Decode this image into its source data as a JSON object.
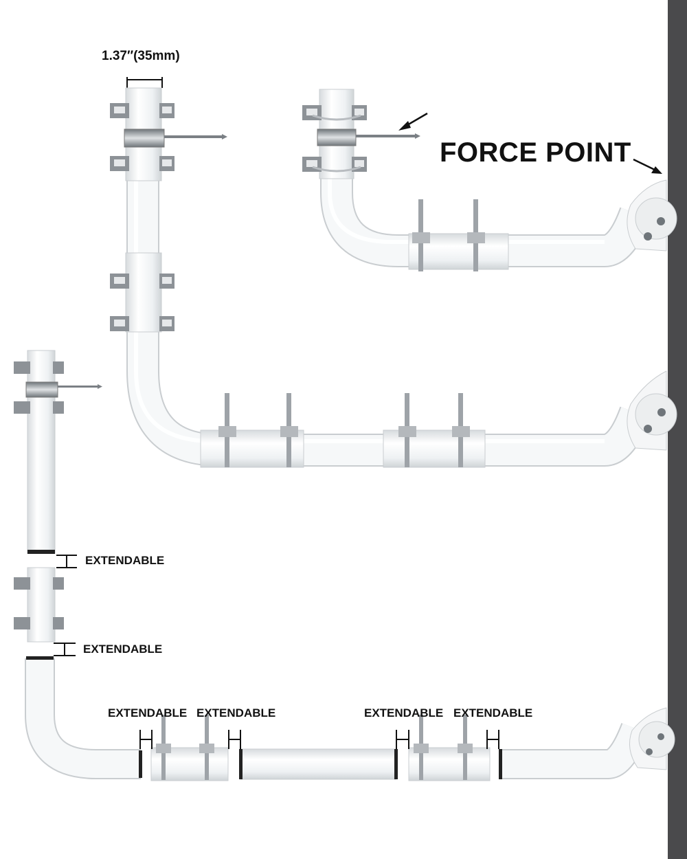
{
  "labels": {
    "diameter": "1.37″(35mm)",
    "force_point": "FORCE POINT",
    "extendable": "EXTENDABLE"
  },
  "colors": {
    "wall": "#4a4a4c",
    "tube": "#f4f6f7",
    "tube_stroke": "#c9cdd0",
    "metal": "#9ea3a8",
    "label": "#111111"
  },
  "assemblies": [
    "short-bent-pole-with-wall-bracket",
    "long-bent-pole-with-wall-bracket",
    "exploded-extendable-pole-kit"
  ]
}
